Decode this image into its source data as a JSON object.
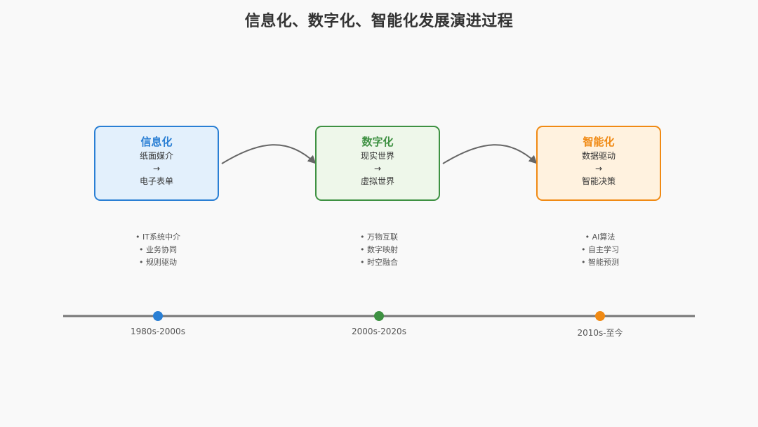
{
  "title": "信息化、数字化、智能化发展演进过程",
  "stages": [
    {
      "name": "信息化",
      "line1": "纸面媒介",
      "arrow": "→",
      "line2": "电子表单",
      "color": "#2a7fd4",
      "fill": "#e3f0fc",
      "features": [
        "• IT系统中介",
        "• 业务协同",
        "• 规则驱动"
      ],
      "period": "1980s-2000s"
    },
    {
      "name": "数字化",
      "line1": "现实世界",
      "arrow": "→",
      "line2": "虚拟世界",
      "color": "#3e9142",
      "fill": "#eef7ea",
      "features": [
        "• 万物互联",
        "• 数字映射",
        "• 时空融合"
      ],
      "period": "2000s-2020s"
    },
    {
      "name": "智能化",
      "line1": "数据驱动",
      "arrow": "→",
      "line2": "智能决策",
      "color": "#f08a14",
      "fill": "#fff2df",
      "features": [
        "• AI算法",
        "• 自主学习",
        "• 智能预测"
      ],
      "period": "2010s-至今"
    }
  ],
  "colors": {
    "timeline": "#777777",
    "connector": "#666666",
    "title": "#333333"
  }
}
